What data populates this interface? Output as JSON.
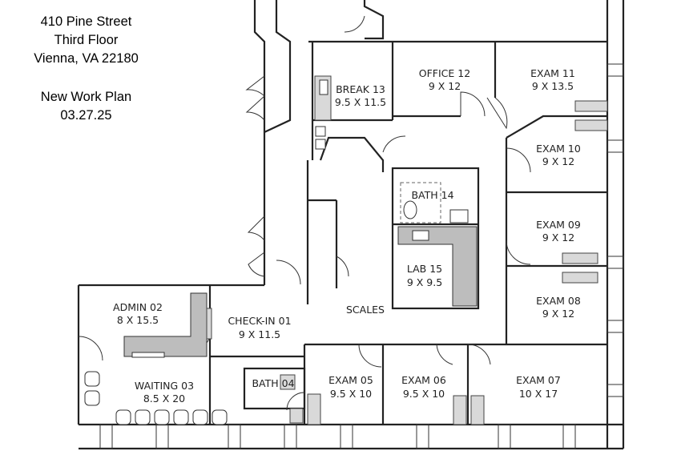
{
  "header": {
    "address_line1": "410 Pine Street",
    "address_line2": "Third Floor",
    "address_line3": "Vienna, VA 22180",
    "plan_title": "New Work Plan",
    "plan_date": "03.27.25"
  },
  "rooms": {
    "break13": {
      "name": "BREAK 13",
      "size": "9.5 X 11.5"
    },
    "office12": {
      "name": "OFFICE 12",
      "size": "9 X 12"
    },
    "exam11": {
      "name": "EXAM 11",
      "size": "9 X 13.5"
    },
    "exam10": {
      "name": "EXAM 10",
      "size": "9 X 12"
    },
    "bath14": {
      "name": "BATH 14"
    },
    "exam09": {
      "name": "EXAM 09",
      "size": "9 X 12"
    },
    "lab15": {
      "name": "LAB 15",
      "size": "9 X 9.5"
    },
    "exam08": {
      "name": "EXAM 08",
      "size": "9 X 12"
    },
    "admin02": {
      "name": "ADMIN 02",
      "size": "8 X 15.5"
    },
    "checkin01": {
      "name": "CHECK-IN 01",
      "size": "9 X 11.5"
    },
    "scales": {
      "name": "SCALES"
    },
    "waiting03": {
      "name": "WAITING 03",
      "size": "8.5 X 20"
    },
    "bath04": {
      "name": "BATH 04"
    },
    "exam05": {
      "name": "EXAM 05",
      "size": "9.5 X 10"
    },
    "exam06": {
      "name": "EXAM 06",
      "size": "9.5 X 10"
    },
    "exam07": {
      "name": "EXAM 07",
      "size": "10 X 17"
    }
  }
}
